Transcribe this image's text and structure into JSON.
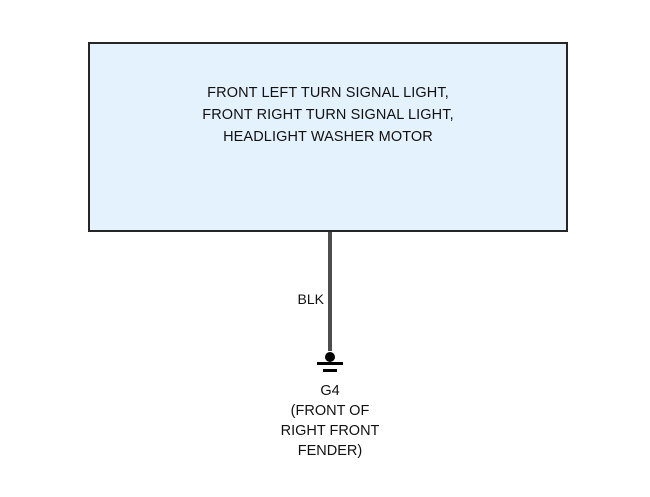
{
  "diagram": {
    "type": "ground-distribution-wiring-diagram",
    "background_color": "#ffffff",
    "component_box": {
      "fill_color": "#e4f2fd",
      "border_color": "#262626",
      "lines": [
        "FRONT LEFT TURN SIGNAL LIGHT,",
        "FRONT RIGHT TURN SIGNAL LIGHT,",
        "HEADLIGHT WASHER MOTOR"
      ]
    },
    "wire": {
      "color_code": "BLK",
      "stroke_color": "#4d4d4d"
    },
    "ground": {
      "symbol_color": "#000000",
      "caption_lines": [
        "G4",
        "(FRONT OF",
        "RIGHT FRONT",
        "FENDER)"
      ]
    }
  }
}
